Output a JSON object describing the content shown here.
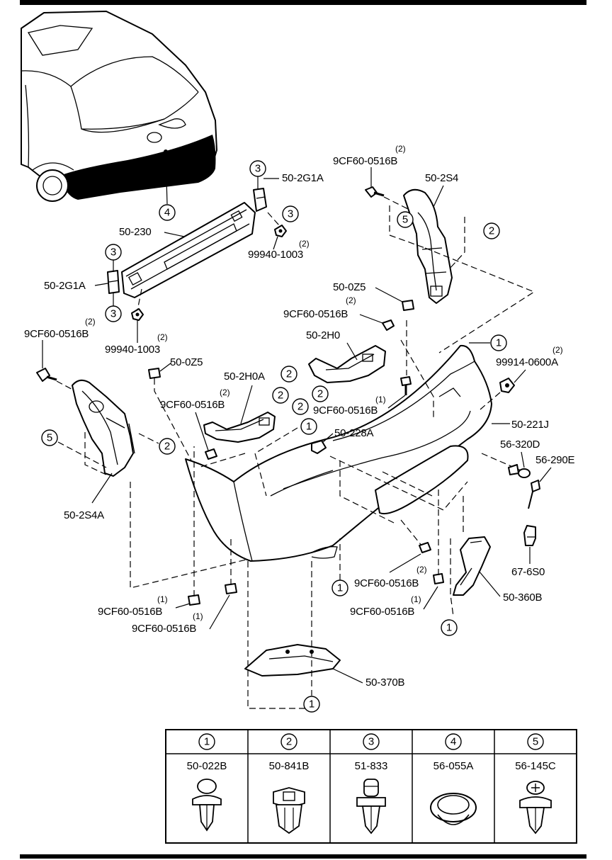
{
  "labels": {
    "bracket_top_mid": "50-2G1A",
    "bracket_left": "50-2G1A",
    "reinforcement": "50-230",
    "nut_right_code": "99940-1003",
    "nut_right_qty": "(2)",
    "nut_left_code": "99940-1003",
    "nut_left_qty": "(2)",
    "bolt_top_code": "9CF60-0516B",
    "bolt_top_qty": "(2)",
    "bracket_side_right": "50-2S4",
    "bracket_side_left": "50-2S4A",
    "bolt_left_code": "9CF60-0516B",
    "bolt_left_qty": "(2)",
    "clip_center": "50-0Z5",
    "bolt_center_code": "9CF60-0516B",
    "bolt_center_qty": "(2)",
    "bracket_center": "50-2H0",
    "clip_left": "50-0Z5",
    "bracket_center_left": "50-2H0A",
    "bolt_mid_left_code": "9CF60-0516B",
    "bolt_mid_left_qty": "(2)",
    "bolt_mid_code": "9CF60-0516B",
    "bolt_mid_qty": "(1)",
    "nut_side_code": "99914-0600A",
    "nut_side_qty": "(2)",
    "bumper": "50-221J",
    "nut_center": "50-228A",
    "screw_right": "56-320D",
    "clip_right": "56-290E",
    "holder_right": "67-6S0",
    "bolt_bottom_mid_code": "9CF60-0516B",
    "bolt_bottom_mid_qty": "(2)",
    "bolt_bottom_left1_code": "9CF60-0516B",
    "bolt_bottom_left1_qty": "(1)",
    "bolt_bottom_left2_code": "9CF60-0516B",
    "bolt_bottom_left2_qty": "(1)",
    "bolt_bottom_right_code": "9CF60-0516B",
    "bolt_bottom_right_qty": "(1)",
    "reflector_right": "50-360B",
    "reflector_center": "50-370B"
  },
  "callouts": {
    "c4": "4",
    "c3a": "3",
    "c3b": "3",
    "c3c": "3",
    "c3d": "3",
    "c5a": "5",
    "c5b": "5",
    "c2a": "2",
    "c2b": "2",
    "c2c": "2",
    "c2d": "2",
    "c2e": "2",
    "c2f": "2",
    "c1a": "1",
    "c1b": "1",
    "c1c": "1",
    "c1d": "1",
    "c1e": "1"
  },
  "fastener_table": [
    {
      "num": "1",
      "part": "50-022B"
    },
    {
      "num": "2",
      "part": "50-841B"
    },
    {
      "num": "3",
      "part": "51-833"
    },
    {
      "num": "4",
      "part": "56-055A"
    },
    {
      "num": "5",
      "part": "56-145C"
    }
  ]
}
